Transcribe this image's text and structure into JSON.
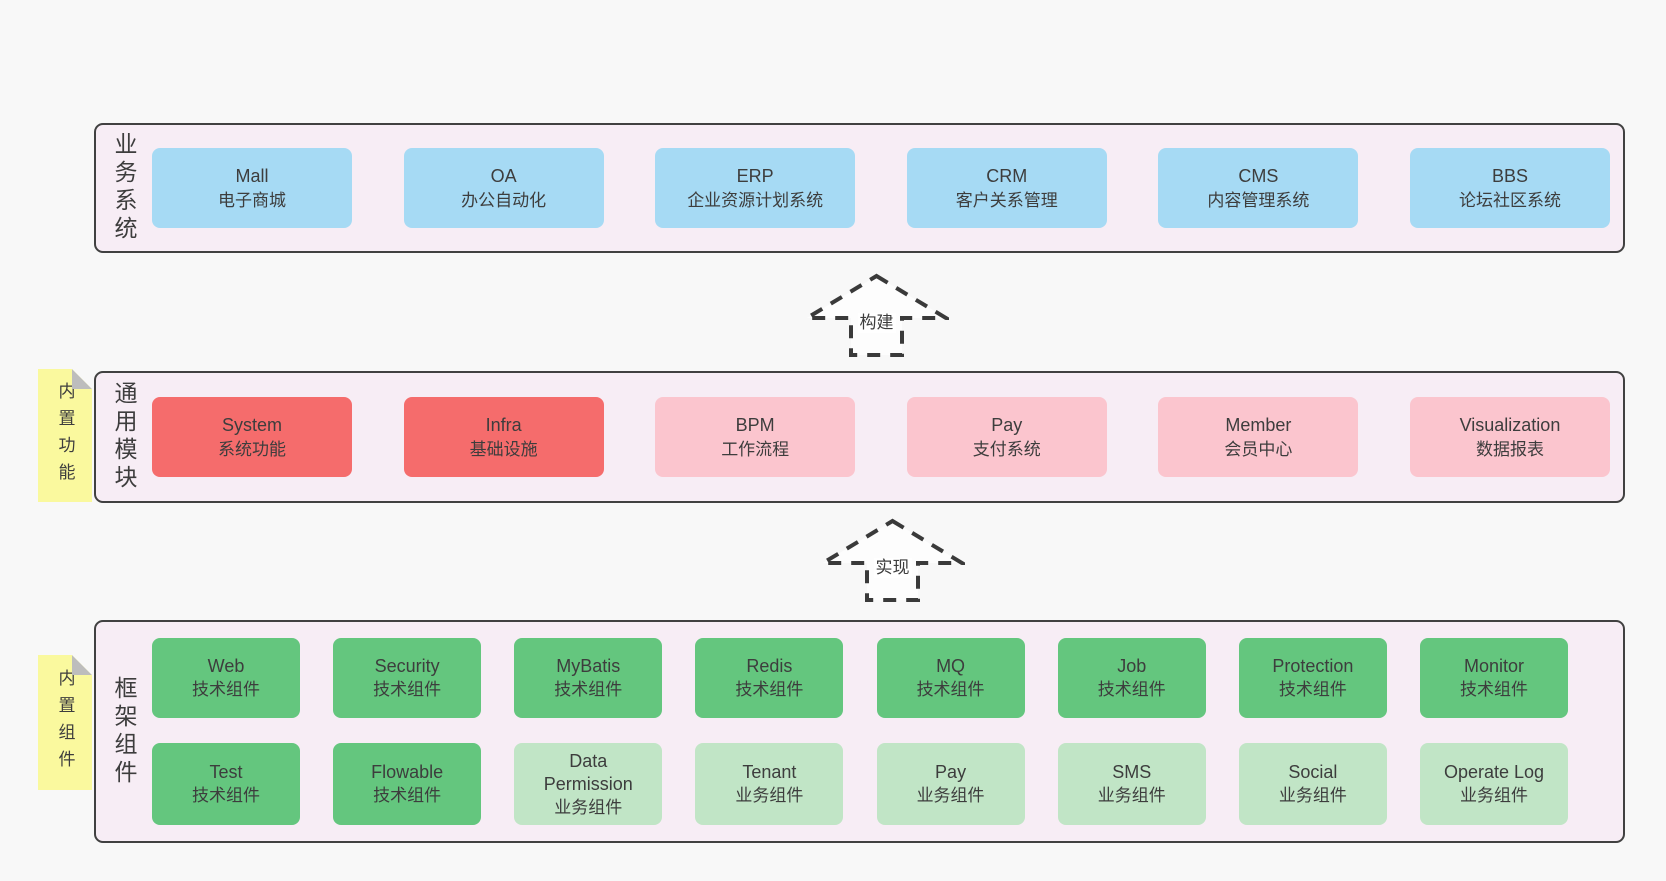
{
  "colors": {
    "page_bg": "#f8f8f8",
    "layer_bg": "#f7edf5",
    "layer_border": "#414141",
    "blue_box": "#a6daf4",
    "red_box": "#f56c6c",
    "pink_box": "#fbc5ce",
    "green_box": "#64c67e",
    "light_green_box": "#c1e5c6",
    "note_bg": "#faf99e",
    "note_fold": "#bdbdbd",
    "text": "#3d3d3d"
  },
  "arrows": [
    {
      "label": "构建"
    },
    {
      "label": "实现"
    }
  ],
  "notes": [
    {
      "label": "内置功能"
    },
    {
      "label": "内置组件"
    }
  ],
  "layers": [
    {
      "label": "业务系统",
      "boxes": [
        {
          "title": "Mall",
          "subtitle": "电子商城",
          "type": "blue"
        },
        {
          "title": "OA",
          "subtitle": "办公自动化",
          "type": "blue"
        },
        {
          "title": "ERP",
          "subtitle": "企业资源计划系统",
          "type": "blue"
        },
        {
          "title": "CRM",
          "subtitle": "客户关系管理",
          "type": "blue"
        },
        {
          "title": "CMS",
          "subtitle": "内容管理系统",
          "type": "blue"
        },
        {
          "title": "BBS",
          "subtitle": "论坛社区系统",
          "type": "blue"
        }
      ]
    },
    {
      "label": "通用模块",
      "note": "内置功能",
      "boxes": [
        {
          "title": "System",
          "subtitle": "系统功能",
          "type": "red"
        },
        {
          "title": "Infra",
          "subtitle": "基础设施",
          "type": "red"
        },
        {
          "title": "BPM",
          "subtitle": "工作流程",
          "type": "pink"
        },
        {
          "title": "Pay",
          "subtitle": "支付系统",
          "type": "pink"
        },
        {
          "title": "Member",
          "subtitle": "会员中心",
          "type": "pink"
        },
        {
          "title": "Visualization",
          "subtitle": "数据报表",
          "type": "pink"
        }
      ]
    },
    {
      "label": "框架组件",
      "note": "内置组件",
      "rows": [
        [
          {
            "title": "Web",
            "subtitle": "技术组件",
            "type": "green"
          },
          {
            "title": "Security",
            "subtitle": "技术组件",
            "type": "green"
          },
          {
            "title": "MyBatis",
            "subtitle": "技术组件",
            "type": "green"
          },
          {
            "title": "Redis",
            "subtitle": "技术组件",
            "type": "green"
          },
          {
            "title": "MQ",
            "subtitle": "技术组件",
            "type": "green"
          },
          {
            "title": "Job",
            "subtitle": "技术组件",
            "type": "green"
          },
          {
            "title": "Protection",
            "subtitle": "技术组件",
            "type": "green"
          },
          {
            "title": "Monitor",
            "subtitle": "技术组件",
            "type": "green"
          }
        ],
        [
          {
            "title": "Test",
            "subtitle": "技术组件",
            "type": "green"
          },
          {
            "title": "Flowable",
            "subtitle": "技术组件",
            "type": "green"
          },
          {
            "title": "Data Permission",
            "subtitle": "业务组件",
            "type": "lightgreen"
          },
          {
            "title": "Tenant",
            "subtitle": "业务组件",
            "type": "lightgreen"
          },
          {
            "title": "Pay",
            "subtitle": "业务组件",
            "type": "lightgreen"
          },
          {
            "title": "SMS",
            "subtitle": "业务组件",
            "type": "lightgreen"
          },
          {
            "title": "Social",
            "subtitle": "业务组件",
            "type": "lightgreen"
          },
          {
            "title": "Operate Log",
            "subtitle": "业务组件",
            "type": "lightgreen"
          }
        ]
      ]
    }
  ]
}
